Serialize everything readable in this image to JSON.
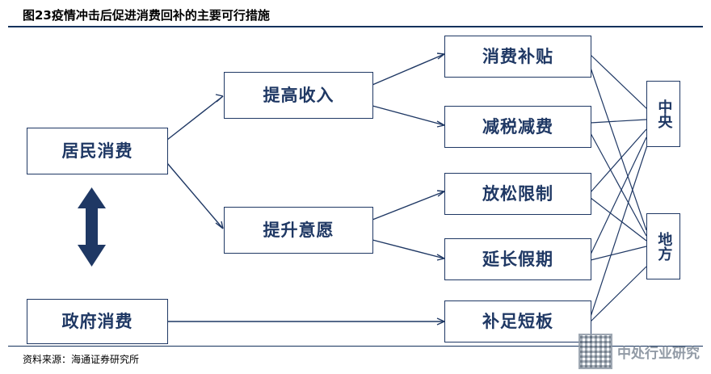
{
  "header": {
    "title": "图23疫情冲击后促进消费回补的主要可行措施"
  },
  "footer": {
    "source": "资料来源：海通证券研究所",
    "watermark": "中处行业研究"
  },
  "diagram": {
    "nodes": {
      "resident_consumption": "居民消费",
      "government_consumption": "政府消费",
      "raise_income": "提高收入",
      "raise_willingness": "提升意愿",
      "consumption_subsidy": "消费补贴",
      "tax_fee_cut": "减税减费",
      "relax_restrictions": "放松限制",
      "extend_holiday": "延长假期",
      "fill_shortcomings": "补足短板",
      "central": "中央",
      "local": "地方"
    },
    "colors": {
      "line": "#1f3864",
      "border": "#1f3864",
      "text": "#1f3864",
      "rule": "#14325c"
    }
  }
}
